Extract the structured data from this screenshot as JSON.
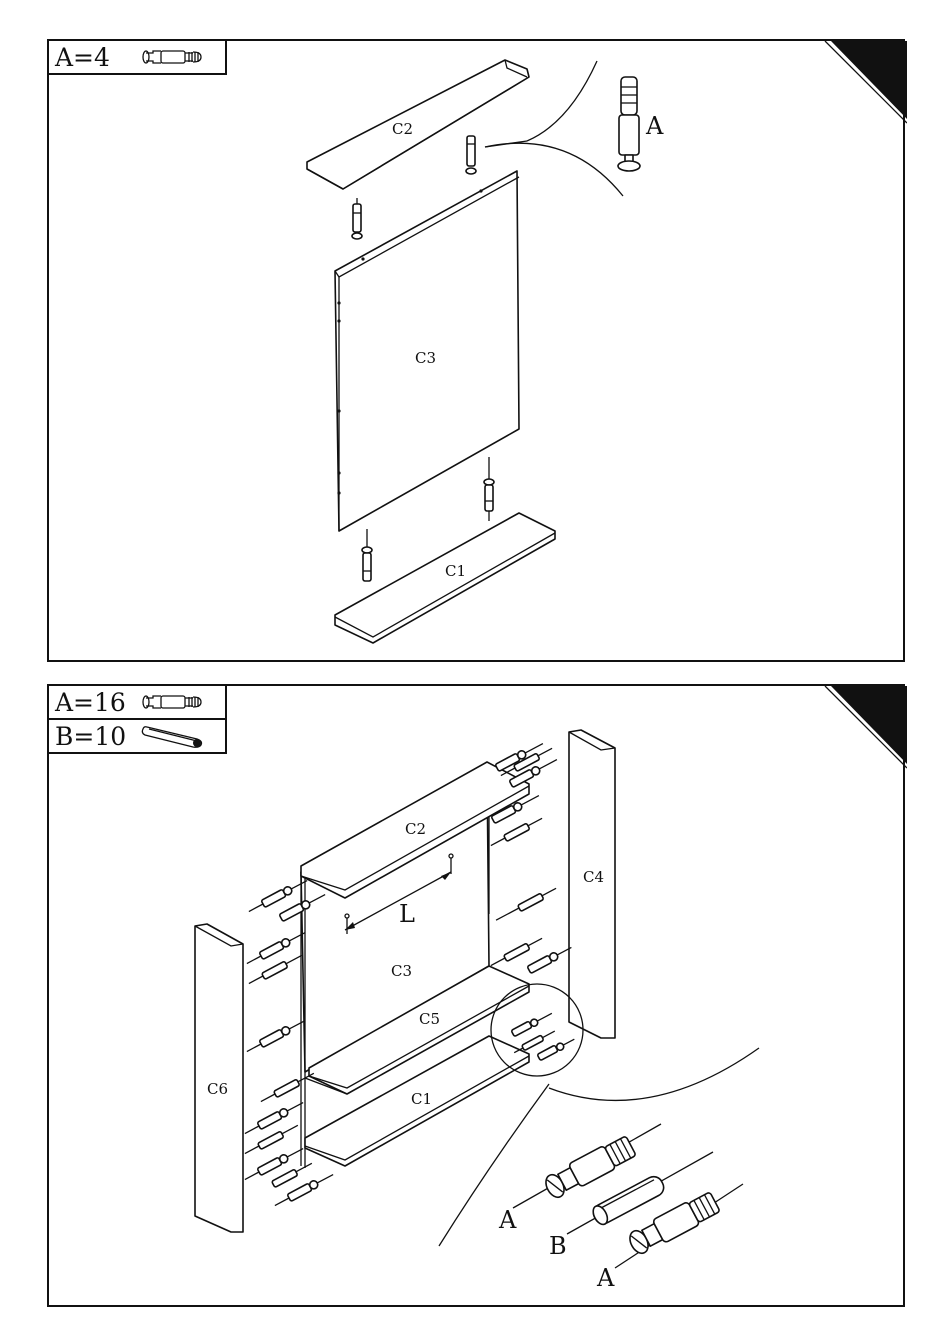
{
  "step1": {
    "qty": [
      {
        "label": "A=4",
        "icon": "cam-dowel-icon"
      }
    ],
    "parts": {
      "c1": "C1",
      "c2": "C2",
      "c3": "C3"
    },
    "detail_callout": "A"
  },
  "step2": {
    "qty": [
      {
        "label": "A=16",
        "icon": "cam-dowel-icon"
      },
      {
        "label": "B=10",
        "icon": "wood-dowel-icon"
      }
    ],
    "parts": {
      "c1": "C1",
      "c2": "C2",
      "c3": "C3",
      "c4": "C4",
      "c5": "C5",
      "c6": "C6"
    },
    "dimension": "L",
    "detail_callouts": {
      "a_top": "A",
      "b": "B",
      "a_bottom": "A"
    }
  },
  "colors": {
    "line": "#111111",
    "background": "#ffffff",
    "corner_tab": "#111111"
  }
}
